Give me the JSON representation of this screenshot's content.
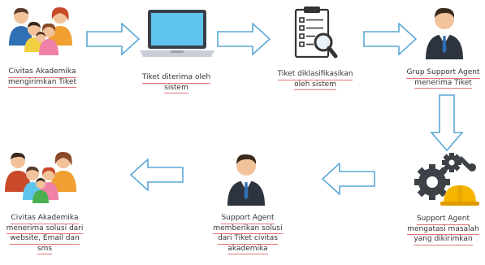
{
  "steps": [
    {
      "line1": "Civitas Akademika",
      "line2": "mengirimkan Tiket"
    },
    {
      "line1": "Tiket diterima oleh",
      "line2": "sistem"
    },
    {
      "line1": "Tiket diklasifikasikan",
      "line2": "oleh sistem"
    },
    {
      "line1": "Grup Support Agent",
      "line2": "menerima Tiket"
    },
    {
      "line1": "Support Agent",
      "line2": "mengatasi masalah",
      "line3": "yang dikirimkan"
    },
    {
      "line1": "Support Agent",
      "line2": "memberikan solusi",
      "line3": "dari Tiket civitas",
      "line4": "akademika"
    },
    {
      "line1": "Civitas Akademika",
      "line2": "menerima solusi dari",
      "line3": "website, Email dan",
      "line4": "sms"
    }
  ],
  "colors": {
    "arrow_stroke": "#5aa7d6",
    "underline": "#e57373",
    "text": "#333333"
  },
  "icons": [
    "people-group-icon",
    "laptop-icon",
    "clipboard-magnifier-icon",
    "businessman-icon",
    "gears-helmet-icon",
    "businessman-icon",
    "people-group-icon"
  ]
}
